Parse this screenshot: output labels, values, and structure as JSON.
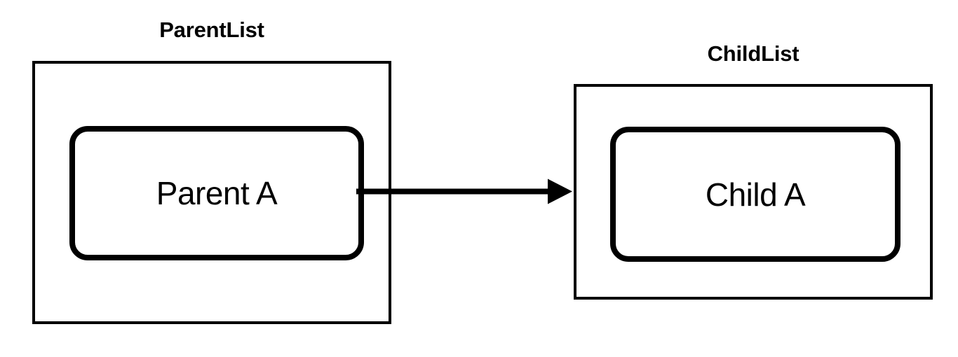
{
  "diagram": {
    "type": "relationship-diagram",
    "background_color": "#ffffff",
    "stroke_color": "#000000",
    "containers": [
      {
        "id": "parent-list",
        "label": "ParentList",
        "node": {
          "id": "parent-a",
          "label": "Parent A"
        }
      },
      {
        "id": "child-list",
        "label": "ChildList",
        "node": {
          "id": "child-a",
          "label": "Child A"
        }
      }
    ],
    "edges": [
      {
        "id": "parent-a-to-child-a",
        "from": "parent-a",
        "to": "child-a",
        "direction": "right",
        "arrowhead": "filled-triangle",
        "label": ""
      }
    ]
  }
}
